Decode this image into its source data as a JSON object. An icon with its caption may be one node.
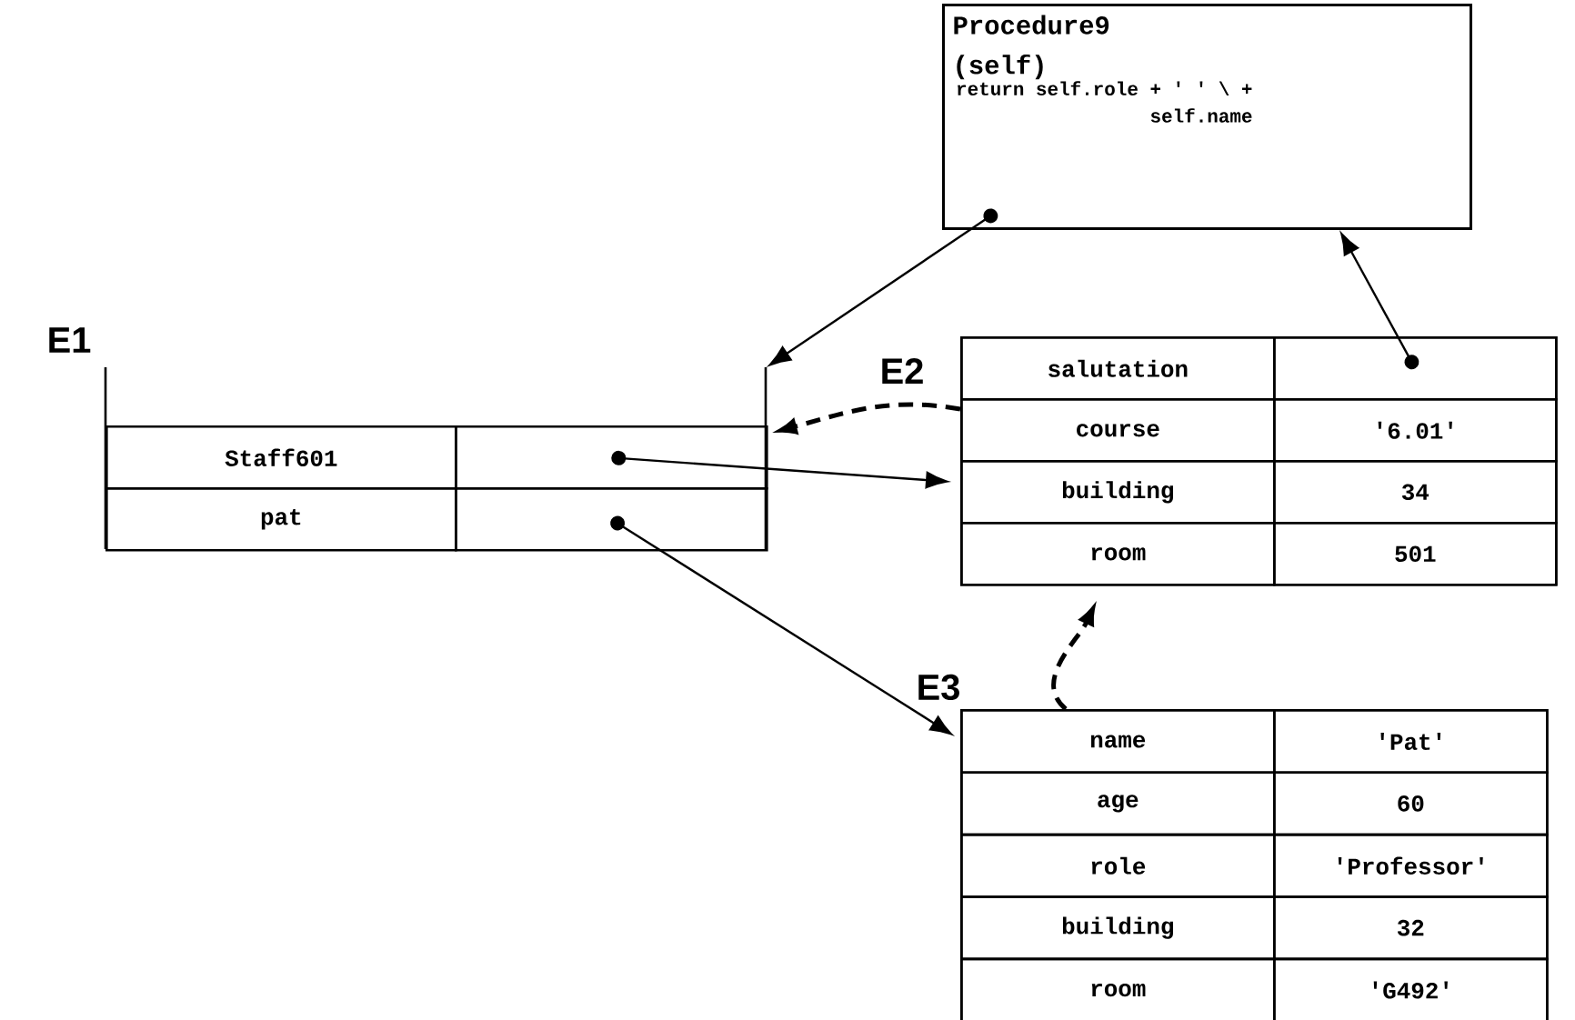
{
  "diagram": {
    "nodes": [
      {
        "text": [
          "Procedure9 (self)",
          "return self.role + ' ' \\ + self.name"
        ]
      },
      {
        "text": [],
        "shape": "box",
        "beside": [
          "E1"
        ]
      },
      {
        "text": [
          "Staff601"
        ],
        "in": 1
      },
      {
        "text": [],
        "shape": "box",
        "in": 1
      },
      {
        "text": [
          "pat"
        ],
        "in": 1
      },
      {
        "text": [],
        "shape": "box",
        "in": 1
      },
      {
        "text": [],
        "shape": "box",
        "beside": [
          "E2"
        ]
      },
      {
        "text": [
          "salutation"
        ],
        "in": 6
      },
      {
        "text": [],
        "shape": "box",
        "in": 6
      },
      {
        "text": [
          "course"
        ],
        "in": 6
      },
      {
        "text": [
          "'6.01'"
        ],
        "in": 6
      },
      {
        "text": [
          "building"
        ],
        "in": 6
      },
      {
        "text": [
          "34"
        ],
        "in": 6
      },
      {
        "text": [
          "room"
        ],
        "in": 6
      },
      {
        "text": [
          "501"
        ],
        "in": 6
      },
      {
        "text": [],
        "shape": "box",
        "beside": [
          "E3"
        ]
      },
      {
        "text": [
          "name"
        ],
        "in": 15
      },
      {
        "text": [
          "'Pat'"
        ],
        "in": 15
      },
      {
        "text": [
          "age"
        ],
        "in": 15
      },
      {
        "text": [
          "60"
        ],
        "in": 15
      },
      {
        "text": [
          "role"
        ],
        "in": 15
      },
      {
        "text": [
          "'Professor'"
        ],
        "in": 15
      },
      {
        "text": [
          "building"
        ],
        "in": 15
      },
      {
        "text": [
          "32"
        ],
        "in": 15
      },
      {
        "text": [
          "room"
        ],
        "in": 15
      },
      {
        "text": [
          "'G492'"
        ],
        "in": 15
      }
    ],
    "edges": [
      {
        "from": 0,
        "to": 1,
        "arrow": "to"
      },
      {
        "from": 8,
        "to": 0,
        "arrow": "to"
      },
      {
        "from": 3,
        "to": 6,
        "arrow": "to"
      },
      {
        "from": 5,
        "to": 15,
        "arrow": "to"
      },
      {
        "from": 6,
        "to": 1,
        "arrow": "to",
        "style": "dashed"
      },
      {
        "from": 15,
        "to": 6,
        "arrow": "to",
        "style": "dashed"
      }
    ]
  }
}
